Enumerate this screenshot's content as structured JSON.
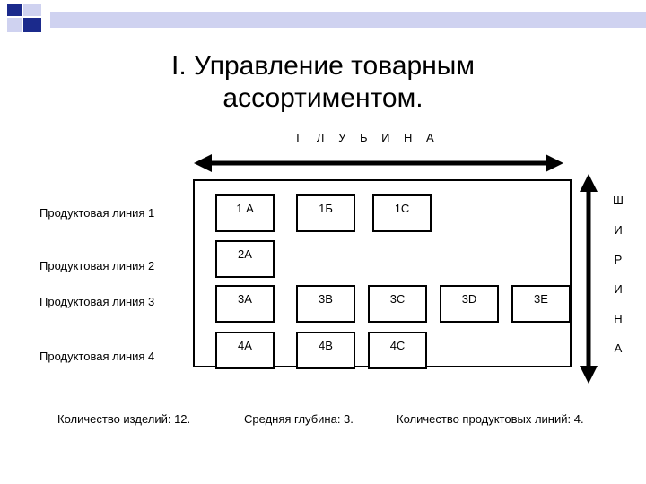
{
  "title": {
    "line1": "I. Управление товарным",
    "line2": "ассортиментом."
  },
  "depth_label": "Г Л У Б И Н А",
  "width_letters": [
    "Ш",
    "И",
    "Р",
    "И",
    "Н",
    "А"
  ],
  "product_lines": [
    "Продуктовая линия 1",
    "Продуктовая линия 2",
    "Продуктовая линия 3",
    "Продуктовая линия 4"
  ],
  "cells": {
    "r1": [
      "1 А",
      "1Б",
      "1С"
    ],
    "r2": [
      "2А"
    ],
    "r3": [
      "3А",
      "3В",
      "3С",
      "3D",
      "3Е"
    ],
    "r4": [
      "4А",
      "4В",
      "4С"
    ]
  },
  "footer": {
    "count": "Количество изделий: 12.",
    "avg_depth": "Средняя глубина: 3.",
    "lines_count": "Количество продуктовых линий: 4."
  },
  "colors": {
    "accent": "#1b2a8c",
    "light": "#cfd2f0"
  }
}
